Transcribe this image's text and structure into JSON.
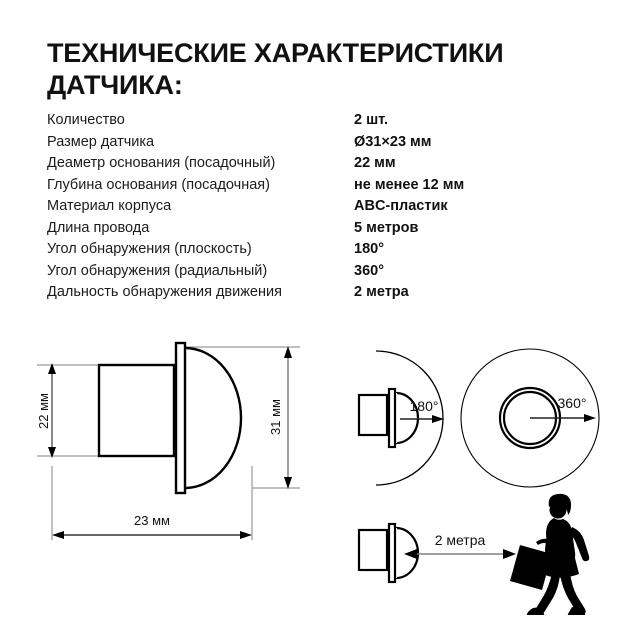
{
  "header": {
    "title": "ТЕХНИЧЕСКИЕ ХАРАКТЕРИСТИКИ\nДАТЧИКА:"
  },
  "specs": {
    "rows": [
      {
        "label": "Количество",
        "value": "2 шт."
      },
      {
        "label": "Размер датчика",
        "value": "Ø31×23 мм"
      },
      {
        "label": "Деаметр основания (посадочный)",
        "value": "22 мм"
      },
      {
        "label": "Глубина основания (посадочная)",
        "value": "не менее 12 мм"
      },
      {
        "label": "Материал корпуса",
        "value": "ABC-пластик"
      },
      {
        "label": "Длина провода",
        "value": "5 метров"
      },
      {
        "label": "Угол обнаружения (плоскость)",
        "value": "180°"
      },
      {
        "label": "Угол обнаружения (радиальный)",
        "value": "360°"
      },
      {
        "label": "Дальность обнаружения движения",
        "value": "2 метра"
      }
    ]
  },
  "diagrams": {
    "side_view": {
      "height_label": "22 мм",
      "dome_height_label": "31 мм",
      "width_label": "23 мм"
    },
    "plane_angle": {
      "label": "180°"
    },
    "radial_angle": {
      "label": "360°"
    },
    "range": {
      "label": "2 метра"
    }
  },
  "colors": {
    "ink": "#111111",
    "line": "#000000",
    "dimension_line": "#808080",
    "background": "#ffffff"
  }
}
